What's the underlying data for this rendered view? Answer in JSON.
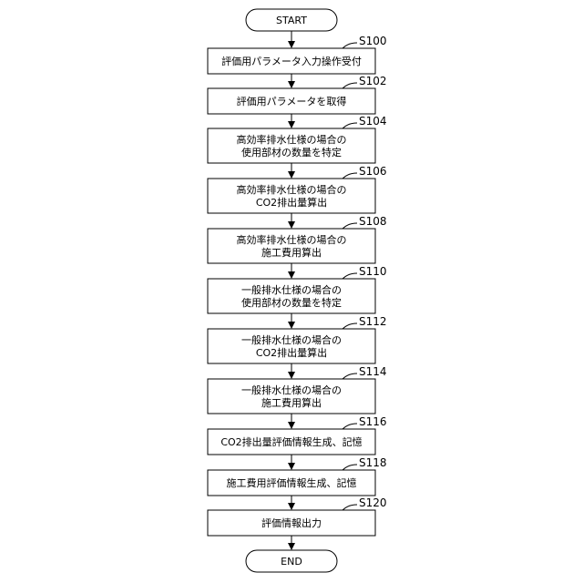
{
  "flowchart": {
    "start": "START",
    "end": "END",
    "steps": [
      {
        "id": "S100",
        "lines": [
          "評価用パラメータ入力操作受付"
        ]
      },
      {
        "id": "S102",
        "lines": [
          "評価用パラメータを取得"
        ]
      },
      {
        "id": "S104",
        "lines": [
          "高効率排水仕様の場合の",
          "使用部材の数量を特定"
        ]
      },
      {
        "id": "S106",
        "lines": [
          "高効率排水仕様の場合の",
          "CO2排出量算出"
        ]
      },
      {
        "id": "S108",
        "lines": [
          "高効率排水仕様の場合の",
          "施工費用算出"
        ]
      },
      {
        "id": "S110",
        "lines": [
          "一般排水仕様の場合の",
          "使用部材の数量を特定"
        ]
      },
      {
        "id": "S112",
        "lines": [
          "一般排水仕様の場合の",
          "CO2排出量算出"
        ]
      },
      {
        "id": "S114",
        "lines": [
          "一般排水仕様の場合の",
          "施工費用算出"
        ]
      },
      {
        "id": "S116",
        "lines": [
          "CO2排出量評価情報生成、記憶"
        ]
      },
      {
        "id": "S118",
        "lines": [
          "施工費用評価情報生成、記憶"
        ]
      },
      {
        "id": "S120",
        "lines": [
          "評価情報出力"
        ]
      }
    ]
  }
}
